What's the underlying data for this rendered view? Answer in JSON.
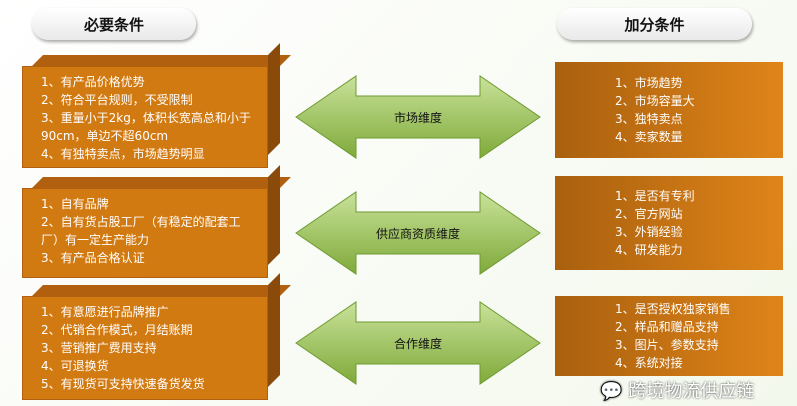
{
  "headers": {
    "left": "必要条件",
    "right": "加分条件"
  },
  "left_boxes": [
    [
      "1、有产品价格优势",
      "2、符合平台规则，不受限制",
      "3、重量小于2kg，体积长宽高总和小于90cm，单边不超60cm",
      "4、有独特卖点，市场趋势明显"
    ],
    [
      "1、自有品牌",
      "2、自有货占股工厂（有稳定的配套工厂）有一定生产能力",
      "3、有产品合格认证"
    ],
    [
      "1、有意愿进行品牌推广",
      "2、代销合作模式，月结账期",
      "3、营销推广费用支持",
      "4、可退换货",
      "5、有现货可支持快速备货发货"
    ]
  ],
  "arrows": [
    "市场维度",
    "供应商资质维度",
    "合作维度"
  ],
  "right_boxes": [
    [
      "1、市场趋势",
      "2、市场容量大",
      "3、独特卖点",
      "4、卖家数量"
    ],
    [
      "1、是否有专利",
      "2、官方网站",
      "3、外销经验",
      "4、研发能力"
    ],
    [
      "1、是否授权独家销售",
      "2、样品和赠品支持",
      "3、图片、参数支持",
      "4、系统对接"
    ]
  ],
  "watermark": "跨境物流供应链",
  "colors": {
    "box": "#d27a12",
    "arrow": "#8fb84a"
  }
}
